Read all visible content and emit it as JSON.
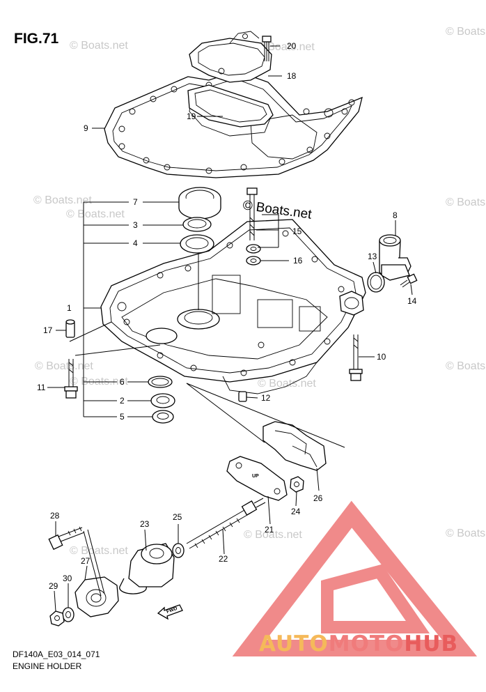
{
  "figure": {
    "title": "FIG.71",
    "code": "DF140A_E03_014_071",
    "caption": "ENGINE HOLDER"
  },
  "watermark": {
    "text": "© Boats.net",
    "color": "#c8c8c8"
  },
  "overlay_watermark": "© Boats.net",
  "brand": {
    "part1": "AUTO",
    "part2": "MOTO",
    "part3": "HUB",
    "color1": "#f5b95a",
    "color2": "#f07b7b",
    "color3": "#e85c5c",
    "logo_color": "#f08a8a"
  },
  "fwd_label": "FWD",
  "up_label": "UP",
  "callouts": [
    {
      "id": "c1",
      "number": "1"
    },
    {
      "id": "c2",
      "number": "2"
    },
    {
      "id": "c3",
      "number": "3"
    },
    {
      "id": "c4",
      "number": "4"
    },
    {
      "id": "c5",
      "number": "5"
    },
    {
      "id": "c6",
      "number": "6"
    },
    {
      "id": "c7",
      "number": "7"
    },
    {
      "id": "c8",
      "number": "8"
    },
    {
      "id": "c9",
      "number": "9"
    },
    {
      "id": "c10",
      "number": "10"
    },
    {
      "id": "c11",
      "number": "11"
    },
    {
      "id": "c12",
      "number": "12"
    },
    {
      "id": "c13",
      "number": "13"
    },
    {
      "id": "c14",
      "number": "14"
    },
    {
      "id": "c15",
      "number": "15"
    },
    {
      "id": "c16",
      "number": "16"
    },
    {
      "id": "c17",
      "number": "17"
    },
    {
      "id": "c18",
      "number": "18"
    },
    {
      "id": "c19",
      "number": "19"
    },
    {
      "id": "c20",
      "number": "20"
    },
    {
      "id": "c21",
      "number": "21"
    },
    {
      "id": "c22",
      "number": "22"
    },
    {
      "id": "c23",
      "number": "23"
    },
    {
      "id": "c24",
      "number": "24"
    },
    {
      "id": "c25",
      "number": "25"
    },
    {
      "id": "c26",
      "number": "26"
    },
    {
      "id": "c27",
      "number": "27"
    },
    {
      "id": "c28",
      "number": "28"
    },
    {
      "id": "c29",
      "number": "29"
    },
    {
      "id": "c30",
      "number": "30"
    }
  ]
}
